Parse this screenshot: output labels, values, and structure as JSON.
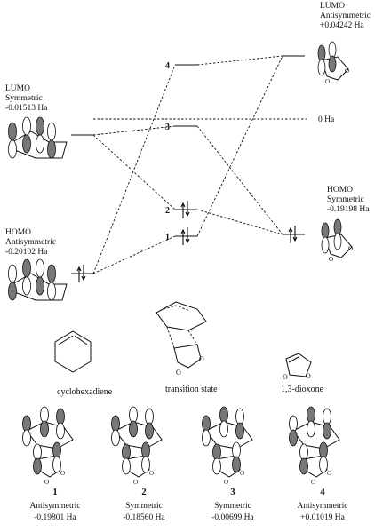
{
  "reactant_left": {
    "lumo": {
      "title": "LUMO",
      "symmetry": "Symmetric",
      "energy": "-0.01513 Ha"
    },
    "homo": {
      "title": "HOMO",
      "symmetry": "Antisymmetric",
      "energy": "-0.20102 Ha"
    }
  },
  "reactant_right": {
    "lumo": {
      "title": "LUMO",
      "symmetry": "Antisymmetric",
      "energy": "+0.04242 Ha"
    },
    "homo": {
      "title": "HOMO",
      "symmetry": "Symmetric",
      "energy": "-0.19198 Ha"
    }
  },
  "zero_label": "0 Ha",
  "ts_levels": [
    "1",
    "2",
    "3",
    "4"
  ],
  "molecules": {
    "left": "cyclohexadiene",
    "middle": "transition state",
    "right": "1,3-dioxone"
  },
  "ts_orbitals": [
    {
      "number": "1",
      "symmetry": "Antisymmetric",
      "energy": "-0.19801 Ha"
    },
    {
      "number": "2",
      "symmetry": "Symmetric",
      "energy": "-0.18560 Ha"
    },
    {
      "number": "3",
      "symmetry": "Symmetric",
      "energy": "-0.00699 Ha"
    },
    {
      "number": "4",
      "symmetry": "Antisymmetric",
      "energy": "+0.01019 Ha"
    }
  ]
}
